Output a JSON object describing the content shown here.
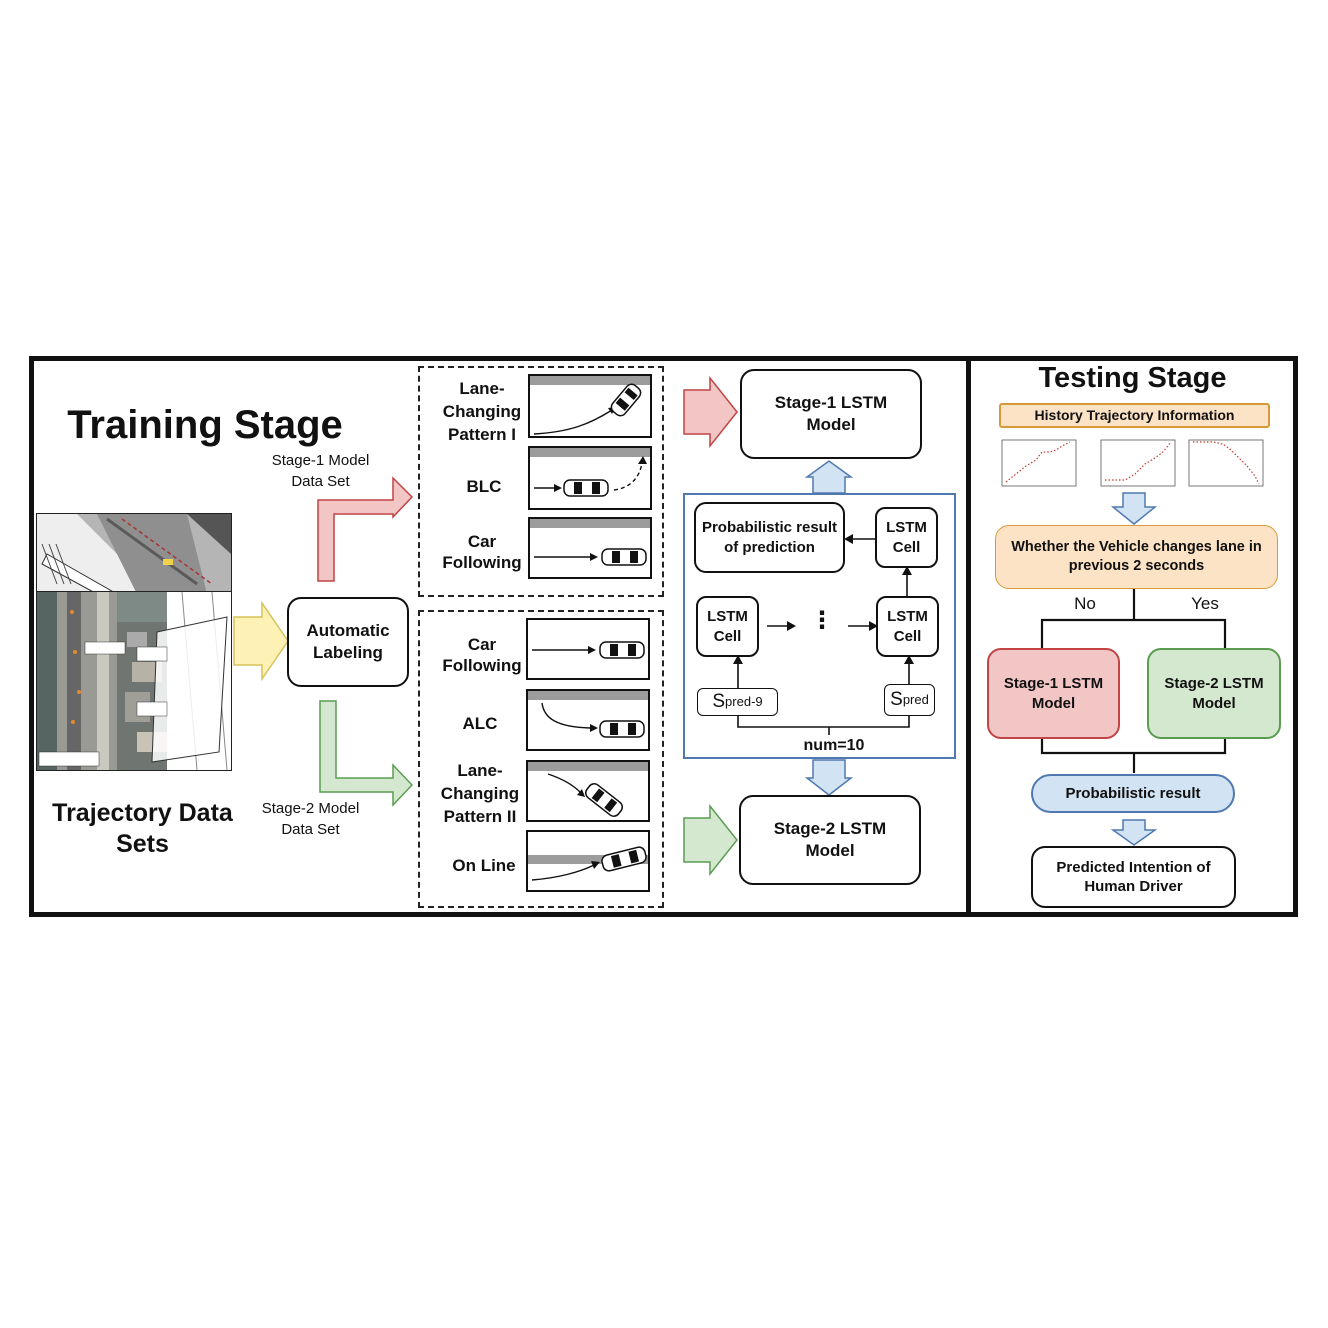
{
  "training": {
    "title": "Training Stage",
    "datasets_label": "Trajectory Data Sets",
    "stage1_dataset_label": [
      "Stage-1 Model",
      "Data Set"
    ],
    "stage2_dataset_label": [
      "Stage-2 Model",
      "Data Set"
    ],
    "auto_label": [
      "Automatic",
      "Labeling"
    ],
    "stage1_patterns": [
      {
        "label": [
          "Lane-",
          "Changing",
          "Pattern I"
        ]
      },
      {
        "label": [
          "BLC"
        ]
      },
      {
        "label": [
          "Car",
          "Following"
        ]
      }
    ],
    "stage2_patterns": [
      {
        "label": [
          "Car",
          "Following"
        ]
      },
      {
        "label": [
          "ALC"
        ]
      },
      {
        "label": [
          "Lane-",
          "Changing",
          "Pattern II"
        ]
      },
      {
        "label": [
          "On Line"
        ]
      }
    ],
    "stage1_model": [
      "Stage-1 LSTM",
      "Model"
    ],
    "stage2_model": [
      "Stage-2 LSTM",
      "Model"
    ],
    "lstm": {
      "prob_result": [
        "Probabilistic result",
        "of prediction"
      ],
      "cell_label": [
        "LSTM",
        "Cell"
      ],
      "s_pred9_base": "S",
      "s_pred9_sub": "pred-9",
      "s_pred_base": "S",
      "s_pred_sub": "pred",
      "ellipsis": "⋮",
      "num": "num=10"
    }
  },
  "testing": {
    "title": "Testing Stage",
    "history": "History Trajectory Information",
    "question": [
      "Whether the Vehicle changes lane in",
      "previous 2 seconds"
    ],
    "no": "No",
    "yes": "Yes",
    "stage1": [
      "Stage-1 LSTM",
      "Model"
    ],
    "stage2": [
      "Stage-2 LSTM",
      "Model"
    ],
    "prob": "Probabilistic result",
    "predicted": [
      "Predicted Intention of",
      "Human Driver"
    ]
  },
  "colors": {
    "red_fill": "#f3c6c6",
    "red_stroke": "#c24444",
    "green_fill": "#d4e8cf",
    "green_stroke": "#5b9c52",
    "yellow_fill": "#fdf1b5",
    "yellow_stroke": "#d6c25a",
    "blue_fill": "#d2e3f3",
    "blue_stroke": "#4f79b0",
    "orange_fill": "#fde3c6",
    "orange_stroke": "#d69a3a"
  }
}
